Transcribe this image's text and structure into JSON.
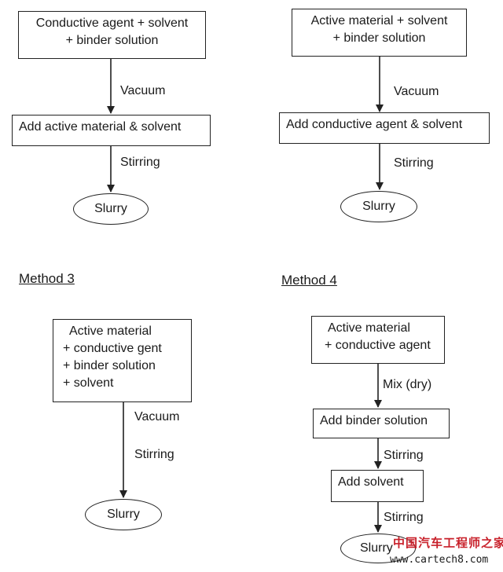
{
  "method1": {
    "box1": [
      "Conductive agent + solvent",
      "+ binder solution"
    ],
    "label1": "Vacuum",
    "box2": "Add active material & solvent",
    "label2": "Stirring",
    "end": "Slurry"
  },
  "method2": {
    "box1": [
      "Active material + solvent",
      "+ binder solution"
    ],
    "label1": "Vacuum",
    "box2": "Add conductive agent & solvent",
    "label2": "Stirring",
    "end": "Slurry"
  },
  "method3": {
    "heading": "Method 3",
    "box1": [
      "Active material",
      "+ conductive gent",
      "+ binder solution",
      "+ solvent"
    ],
    "label1": "Vacuum",
    "label2": "Stirring",
    "end": "Slurry"
  },
  "method4": {
    "heading": "Method 4",
    "box1": [
      "Active material",
      "+ conductive agent"
    ],
    "label1": "Mix (dry)",
    "box2": "Add binder solution",
    "label2": "Stirring",
    "box3": "Add solvent",
    "label3": "Stirring",
    "end": "Slurry"
  },
  "watermark": {
    "site_name": "中国汽车工程师之家",
    "url": "www.cartech8.com"
  }
}
